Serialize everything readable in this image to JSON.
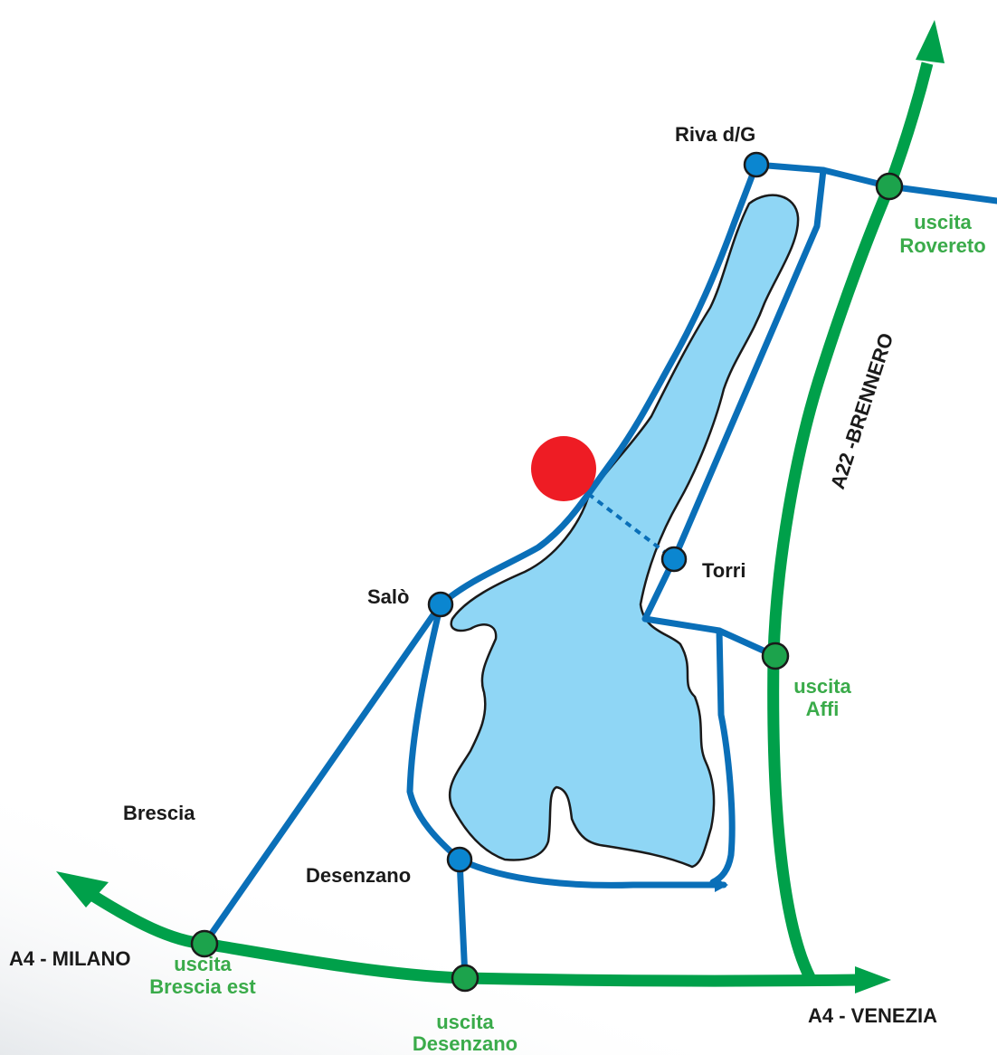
{
  "colors": {
    "lake": "#8fd6f5",
    "road": "#0a6fb8",
    "motorway": "#00a04a",
    "exit_text": "#3aab4a",
    "town_node": "#0b86d0",
    "exit_node": "#1ca34c",
    "location_marker": "#ee1c24",
    "text": "#1a1a1a"
  },
  "towns": {
    "riva": "Riva d/G",
    "torri": "Torri",
    "salo": "Salò",
    "brescia": "Brescia",
    "desenzano": "Desenzano"
  },
  "motorways": {
    "a4_milano": "A4 - MILANO",
    "a4_venezia": "A4 - VENEZIA",
    "a22_brennero": "A22 -BRENNERO"
  },
  "exits": {
    "rovereto": {
      "line1": "uscita",
      "line2": "Rovereto"
    },
    "affi": {
      "line1": "uscita",
      "line2": "Affi"
    },
    "brescia_est": {
      "line1": "uscita",
      "line2": "Brescia est"
    },
    "desenzano": {
      "line1": "uscita",
      "line2": "Desenzano"
    }
  }
}
